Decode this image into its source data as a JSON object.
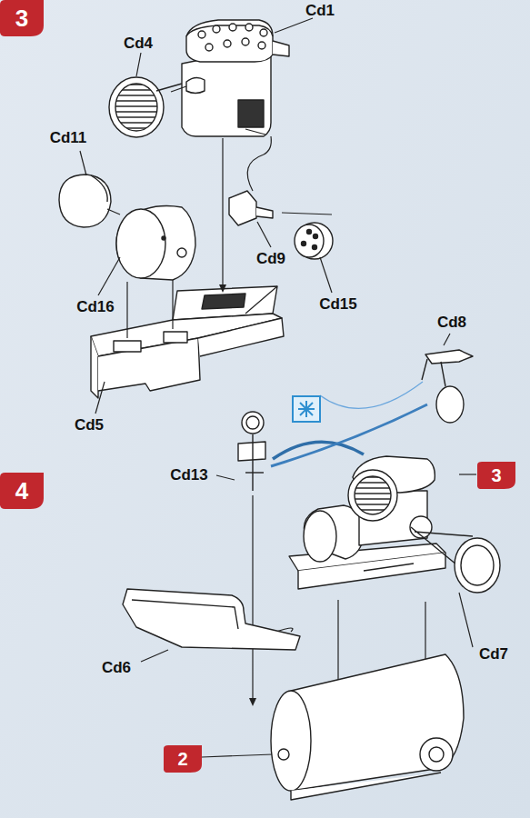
{
  "diagram": {
    "nodes": [
      {
        "text": [
          "3"
        ]
      },
      {
        "text": [
          "4"
        ]
      },
      {
        "text": [
          "3"
        ]
      },
      {
        "text": [
          "2"
        ]
      }
    ],
    "labels": [
      "Cd1",
      "Cd4",
      "Cd11",
      "Cd9",
      "Cd16",
      "Cd15",
      "Cd8",
      "Cd5",
      "Cd13",
      "Cd6",
      "Cd7"
    ]
  }
}
